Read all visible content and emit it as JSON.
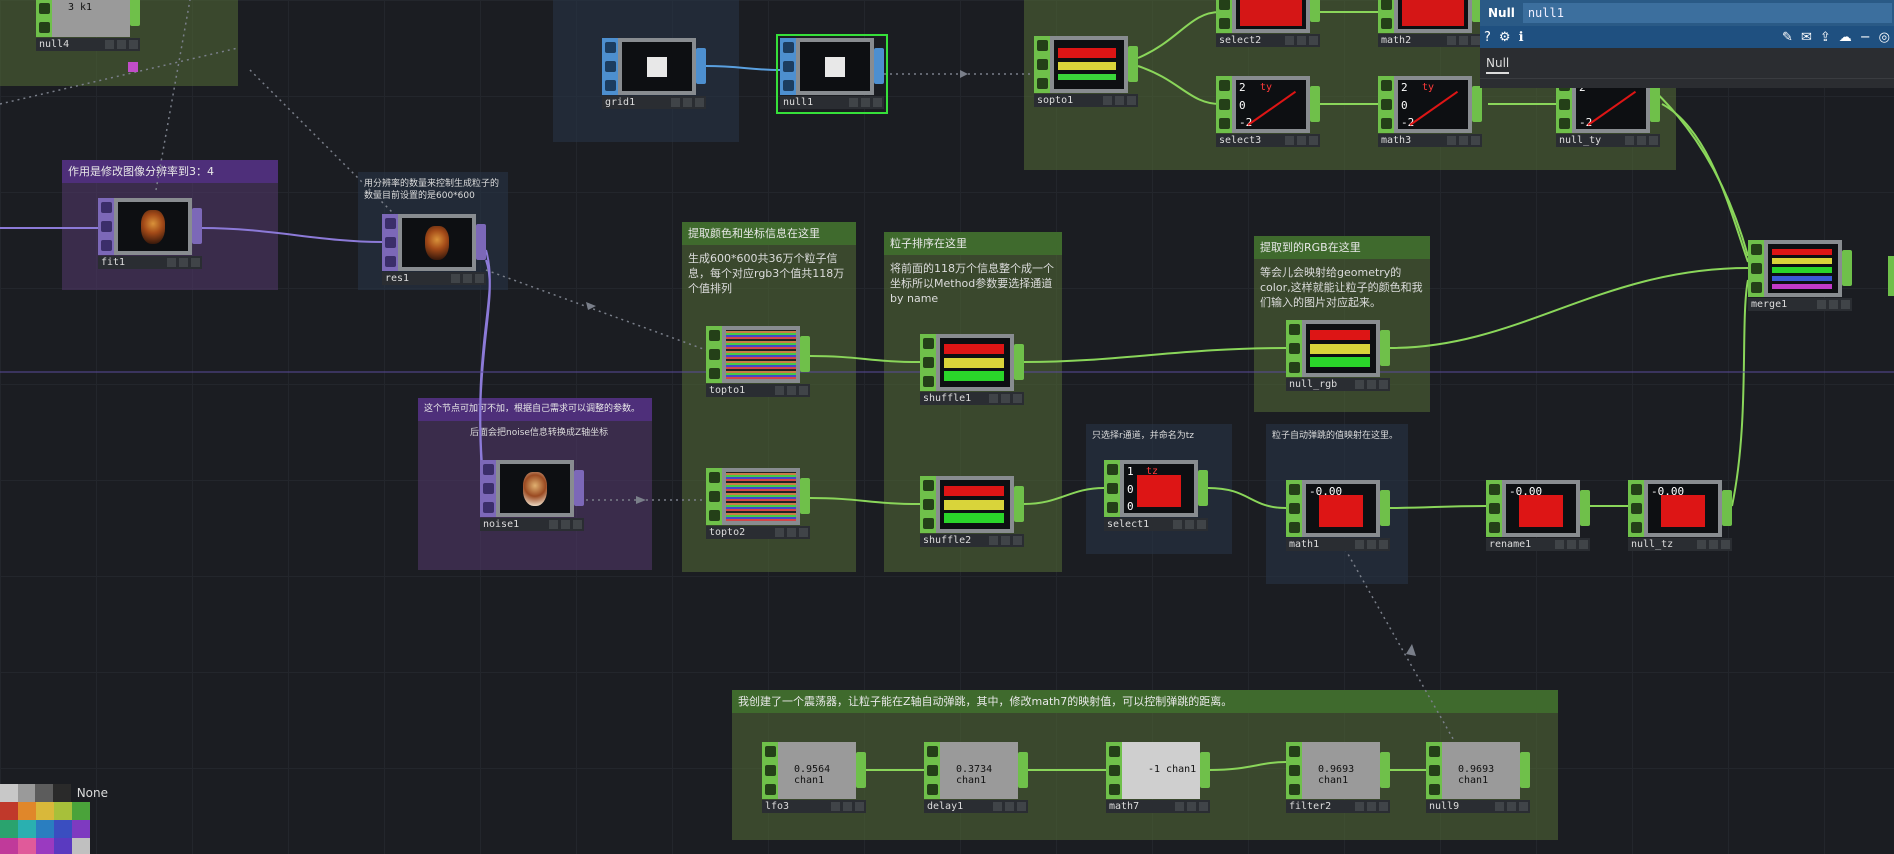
{
  "param_panel": {
    "op_type": "Null",
    "op_name": "null1",
    "tab": "Null",
    "icons": [
      "help-icon",
      "python-icon",
      "info-icon",
      "edit-icon",
      "comment-icon",
      "share-icon",
      "cloud-icon",
      "minimize-icon",
      "settings-icon"
    ]
  },
  "annotations": {
    "fit": "作用是修改图像分辨率到3：4",
    "res": "用分辨率的数量来控制生成粒子的数量目前设置的是600*600",
    "noise_head": "这个节点可加可不加，根据自己需求可以调整的参数。",
    "noise_body": "后面会把noise信息转换成Z轴坐标",
    "topto_head": "提取颜色和坐标信息在这里",
    "topto_body": "生成600*600共36万个粒子信息，每个对应rgb3个值共118万个值排列",
    "shuffle_head": "粒子排序在这里",
    "shuffle_body": "将前面的118万个信息整个成一个坐标所以Method参数要选择通道by name",
    "rgb_head": "提取到的RGB在这里",
    "rgb_body": "等会儿会映射给geometry的color,这样就能让粒子的颜色和我们输入的图片对应起来。",
    "select_body": "只选择r通道，并命名为tz",
    "math_body": "粒子自动弹跳的值映射在这里。",
    "lfo_head": "我创建了一个震荡器，让粒子能在Z轴自动弹跳，其中，修改math7的映射值，可以控制弹跳的距离。"
  },
  "nodes": {
    "null14": "null4",
    "null14_val": "3 k1",
    "grid1": "grid1",
    "null1": "null1",
    "fit1": "fit1",
    "res1": "res1",
    "noise1": "noise1",
    "sopto1": "sopto1",
    "select2": "select2",
    "math2": "math2",
    "select3": "select3",
    "math3": "math3",
    "null_ty": "null_ty",
    "topto1": "topto1",
    "topto2": "topto2",
    "shuffle1": "shuffle1",
    "shuffle2": "shuffle2",
    "null_rgb": "null_rgb",
    "merge1": "merge1",
    "select1": "select1",
    "math1": "math1",
    "rename1": "rename1",
    "null_tz": "null_tz",
    "lfo3": "lfo3",
    "delay1": "delay1",
    "math7": "math7",
    "filter2": "filter2",
    "null9": "null9"
  },
  "values": {
    "lfo3": "0.9564 chan1",
    "delay1": "0.3734 chan1",
    "math7": "-1 chan1",
    "filter2": "0.9693 chan1",
    "null9": "0.9693 chan1",
    "zero": "-0.00",
    "two": "2",
    "zero_b": "0",
    "neg2": "-2",
    "ty": "ty",
    "tz": "tz",
    "one": "1"
  },
  "palette": {
    "none_label": "None",
    "rows": [
      [
        "#c8c8c8",
        "#9a9a9a",
        "#5c5c5c",
        "#2a2a2a"
      ],
      [
        "#c0392b",
        "#e0872a",
        "#d9b83a",
        "#a7c03a",
        "#4aa33a"
      ],
      [
        "#2aa36e",
        "#2ab0b0",
        "#2a7ec0",
        "#3a4ec0",
        "#7e3ac0"
      ],
      [
        "#c03a9a",
        "#e05a9a",
        "#9a3ac0",
        "#5a3ac0",
        "#c0c0c0"
      ]
    ]
  },
  "colors": {
    "chop": "#6fc04a",
    "top": "#7c68b8",
    "comp": "#4d8fcf",
    "wire_chop": "#8ad65a",
    "wire_top": "#8c7ad8",
    "wire_comp": "#5aa0e0"
  }
}
